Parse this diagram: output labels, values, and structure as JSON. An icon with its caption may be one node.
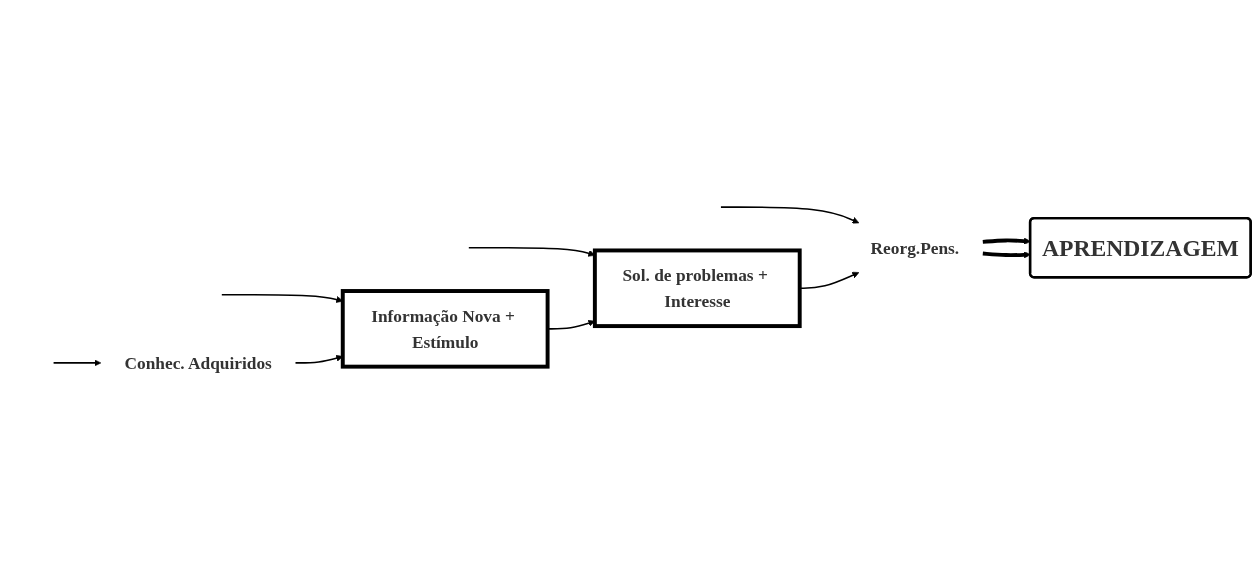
{
  "diagram": {
    "nodes": [
      {
        "text": [
          "Conhec. Adquiridos"
        ]
      },
      {
        "text": [
          "Informação Nova + Estímulo"
        ]
      },
      {
        "text": [
          "Sol. de problemas + Interesse"
        ]
      },
      {
        "text": [
          "Reorg.Pens."
        ]
      },
      {
        "text": [
          "APRENDIZAGEM"
        ]
      }
    ],
    "edges": [
      {
        "from": null,
        "to": 0,
        "arrow": "to"
      },
      {
        "from": null,
        "to": 1,
        "arrow": "to"
      },
      {
        "from": null,
        "to": 2,
        "arrow": "to"
      },
      {
        "from": null,
        "to": 3,
        "arrow": "to"
      },
      {
        "from": 0,
        "to": 1,
        "arrow": "to"
      },
      {
        "from": 1,
        "to": 2,
        "arrow": "to"
      },
      {
        "from": 2,
        "to": 3,
        "arrow": "to"
      },
      {
        "from": 3,
        "to": 4,
        "arrow": "to",
        "style": "thick"
      },
      {
        "from": 3,
        "to": 4,
        "arrow": "to",
        "style": "thick"
      }
    ]
  }
}
